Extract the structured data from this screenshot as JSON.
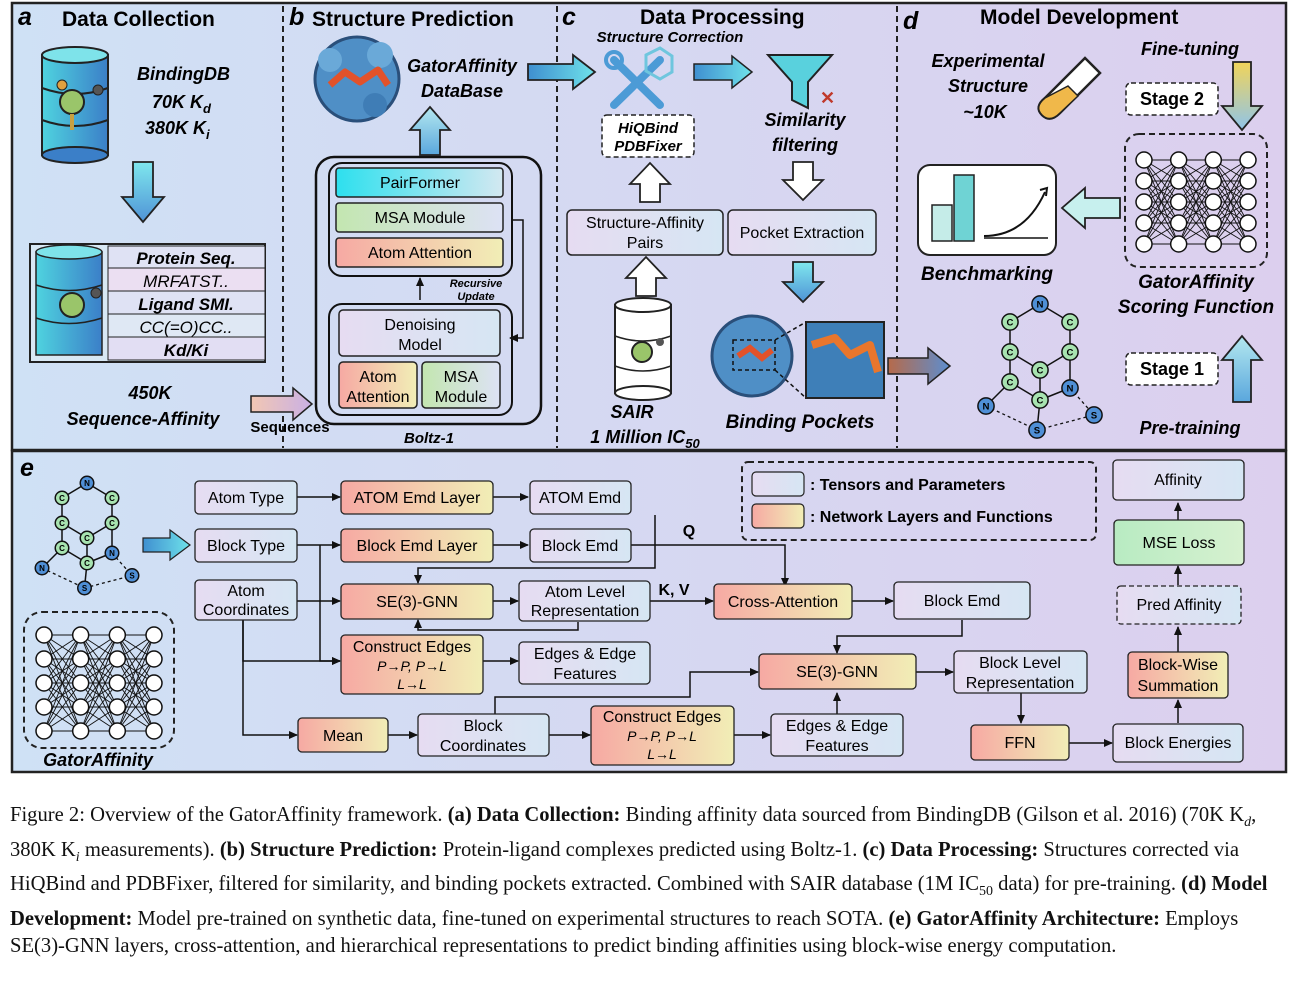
{
  "panels": {
    "a": {
      "letter": "a",
      "title": "Data Collection"
    },
    "b": {
      "letter": "b",
      "title": "Structure Prediction"
    },
    "c": {
      "letter": "c",
      "title": "Data Processing"
    },
    "d": {
      "letter": "d",
      "title": "Model Development"
    },
    "e": {
      "letter": "e"
    }
  },
  "panel_a": {
    "db_line1": "BindingDB",
    "db_line2": "70K K",
    "db_line2_sub": "d",
    "db_line3": "380K K",
    "db_line3_sub": "i",
    "rows": [
      "Protein Seq.",
      "MRFATST..",
      "Ligand SMI.",
      "CC(=O)CC..",
      "Kd/Ki"
    ],
    "count": "450K",
    "count_label": "Sequence-Affinity",
    "sequences_label": "Sequences"
  },
  "panel_b": {
    "db_name_1": "GatorAffinity",
    "db_name_2": "DataBase",
    "pairformer": "PairFormer",
    "msa": "MSA Module",
    "atom_attention": "Atom Attention",
    "recursive_1": "Recursive",
    "recursive_2": "Update",
    "denoising_1": "Denoising",
    "denoising_2": "Model",
    "atom_attn_1": "Atom",
    "atom_attn_2": "Attention",
    "msa_1": "MSA",
    "msa_2": "Module",
    "model": "Boltz-1"
  },
  "panel_c": {
    "structure_correction": "Structure Correction",
    "tools_1": "HiQBind",
    "tools_2": "PDBFixer",
    "similarity_1": "Similarity",
    "similarity_2": "filtering",
    "pairs_1": "Structure-Affinity",
    "pairs_2": "Pairs",
    "pocket_extraction": "Pocket Extraction",
    "sair": "SAIR",
    "sair_count": "1 Million IC",
    "sair_count_sub": "50",
    "binding_pockets": "Binding Pockets"
  },
  "panel_d": {
    "exp_1": "Experimental",
    "exp_2": "Structure",
    "exp_3": "~10K",
    "fine_tuning": "Fine-tuning",
    "stage2": "Stage 2",
    "stage1": "Stage 1",
    "benchmarking": "Benchmarking",
    "scoring_1": "GatorAffinity",
    "scoring_2": "Scoring Function",
    "pretraining": "Pre-training"
  },
  "panel_e": {
    "label": "GatorAffinity",
    "legend_tensors": ": Tensors and Parameters",
    "legend_layers": ": Network Layers and Functions",
    "atom_type": "Atom Type",
    "atom_emd_layer": "ATOM Emd Layer",
    "atom_emd": "ATOM Emd",
    "block_type": "Block Type",
    "block_emd_layer": "Block Emd Layer",
    "block_emd": "Block Emd",
    "atom_coords_1": "Atom",
    "atom_coords_2": "Coordinates",
    "se3_gnn": "SE(3)-GNN",
    "atom_level_1": "Atom Level",
    "atom_level_2": "Representation",
    "kv": "K, V",
    "q": "Q",
    "cross_attention": "Cross-Attention",
    "block_emd_2": "Block Emd",
    "construct_edges": "Construct Edges",
    "edges_rule_1": "P→P, P→L",
    "edges_rule_2": "L→L",
    "edges_feat_1": "Edges & Edge",
    "edges_feat_2": "Features",
    "se3_gnn_2": "SE(3)-GNN",
    "block_level_1": "Block Level",
    "block_level_2": "Representation",
    "mean": "Mean",
    "block_coords_1": "Block",
    "block_coords_2": "Coordinates",
    "ffn": "FFN",
    "block_energies": "Block Energies",
    "block_sum_1": "Block-Wise",
    "block_sum_2": "Summation",
    "pred_affinity": "Pred Affinity",
    "mse_loss": "MSE Loss",
    "affinity": "Affinity"
  },
  "molecule": {
    "atoms": [
      "C",
      "N",
      "C",
      "C",
      "C",
      "C",
      "C",
      "C",
      "N",
      "N",
      "S",
      "S"
    ]
  },
  "caption": {
    "fig": "Figure 2: Overview of the GatorAffinity framework.",
    "a_label": "(a) Data Collection:",
    "a_text": "Binding affinity data sourced from BindingDB (Gilson et al. 2016) (70K K",
    "a_sub1": "d",
    "a_text2": ", 380K K",
    "a_sub2": "i",
    "a_text3": " measurements).",
    "b_label": "(b) Structure Prediction:",
    "b_text": "Protein-ligand complexes predicted using Boltz-1.",
    "c_label": "(c) Data Processing:",
    "c_text": "Structures corrected via HiQBind and PDBFixer, filtered for similarity, and binding pockets extracted. Combined with SAIR database (1M IC",
    "c_sub": "50",
    "c_text2": " data) for pre-training.",
    "d_label": "(d) Model Development:",
    "d_text": "Model pre-trained on synthetic data, fine-tuned on experimental structures to reach SOTA.",
    "e_label": "(e) GatorAffinity Architecture:",
    "e_text": "Employs SE(3)-GNN layers, cross-attention, and hierarchical representations to predict binding affinities using block-wise energy computation."
  },
  "colors": {
    "tensor_fill": "#dfe0f3",
    "layer_fill": "#f7c6b8",
    "panel_border": "#222222",
    "bg_left": "#cfe2f5",
    "bg_right": "#ddd0ee"
  }
}
